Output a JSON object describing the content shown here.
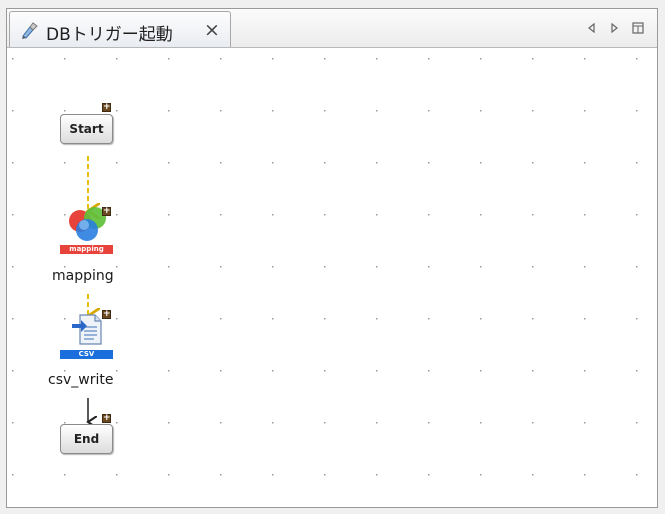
{
  "editor": {
    "tab_title": "DBトリガー起動",
    "close_glyph": "×"
  },
  "nodes": {
    "start": {
      "label": "Start"
    },
    "mapping": {
      "label": "mapping",
      "badge": "mapping",
      "icon": "mapper-icon"
    },
    "csv_write": {
      "label": "csv_write",
      "badge": "CSV",
      "icon": "csv-file-icon"
    },
    "end": {
      "label": "End"
    }
  },
  "colors": {
    "flow_line": "#e6c000",
    "mapper_badge": "#e8433a",
    "csv_badge": "#1a6fdc"
  }
}
